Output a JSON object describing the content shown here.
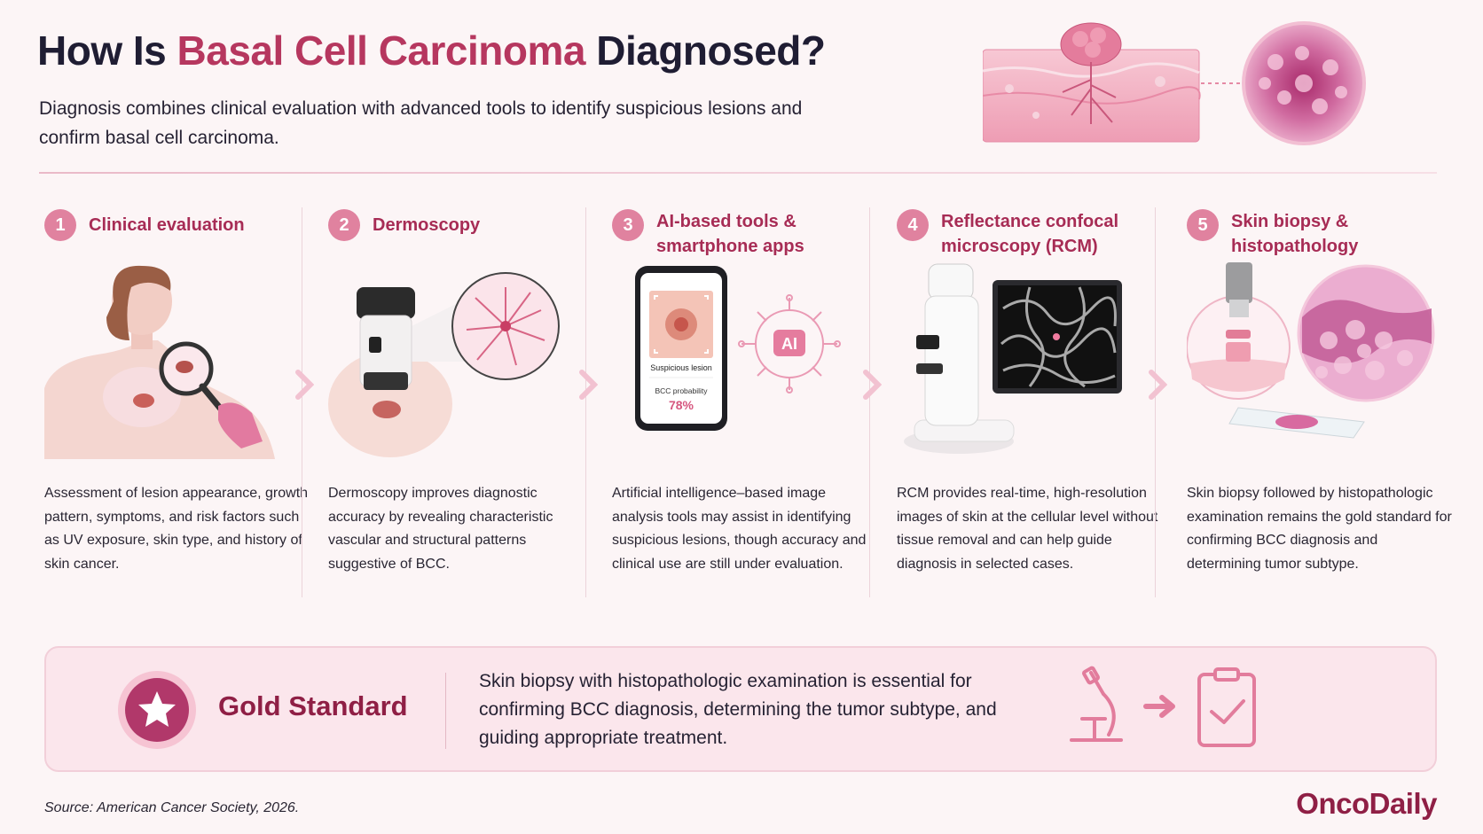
{
  "header": {
    "title_prefix": "How Is ",
    "title_accent": "Basal Cell Carcinoma",
    "title_suffix": " Diagnosed?",
    "subtitle": "Diagnosis combines clinical evaluation with advanced tools to identify suspicious lesions and confirm basal cell carcinoma."
  },
  "steps": [
    {
      "number": "1",
      "title": "Clinical evaluation",
      "illustration": "clinician-magnifier-exam-icon",
      "description": "Assessment of lesion appearance, growth pattern, symptoms, and risk factors such as UV exposure, skin type, and history of skin cancer."
    },
    {
      "number": "2",
      "title": "Dermoscopy",
      "illustration": "dermatoscope-icon",
      "description": "Dermoscopy improves diagnostic accuracy by revealing characteristic vascular and structural patterns suggestive of BCC."
    },
    {
      "number": "3",
      "title": "AI-based tools & smartphone apps",
      "illustration": "smartphone-ai-icon",
      "phone": {
        "lesion_label": "Suspicious lesion",
        "probability_label": "BCC probability",
        "probability_value": "78%",
        "ai_label": "AI"
      },
      "description": "Artificial intelligence–based image analysis tools may assist in identifying suspicious lesions, though accuracy and clinical use are still under evaluation."
    },
    {
      "number": "4",
      "title": "Reflectance confocal microscopy (RCM)",
      "illustration": "confocal-microscope-icon",
      "description": "RCM provides real-time, high-resolution images of skin at the cellular level without tissue removal and can help guide diagnosis in selected cases."
    },
    {
      "number": "5",
      "title": "Skin biopsy & histopathology",
      "illustration": "biopsy-punch-icon",
      "description": "Skin biopsy followed by histopathologic examination remains the gold standard for confirming BCC diagnosis and determining tumor subtype."
    }
  ],
  "gold": {
    "title": "Gold Standard",
    "text": "Skin biopsy with histopathologic examination is essential for confirming BCC diagnosis, determining the tumor subtype, and guiding appropriate treatment.",
    "icons": [
      "microscope-icon",
      "arrow-right-icon",
      "clipboard-check-icon"
    ]
  },
  "footer": {
    "source": "Source: American Cancer Society, 2026.",
    "brand": "OncoDaily"
  },
  "colors": {
    "accent": "#b6375f",
    "dark_accent": "#8f1f45",
    "step_number": "#e0829f",
    "background": "#fcf5f6"
  }
}
